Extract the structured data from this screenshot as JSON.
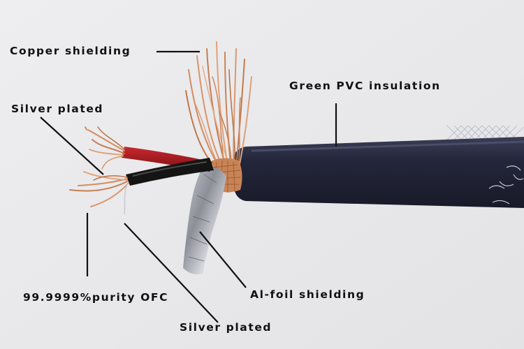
{
  "labels": {
    "copper_shielding": "Copper shielding",
    "green_pvc_insulation": "Green PVC insulation",
    "silver_plated_top": "Silver plated",
    "ofc_purity": "99.9999%purity OFC",
    "al_foil_shielding": "Al-foil shielding",
    "silver_plated_bottom": "Silver plated"
  },
  "colors": {
    "background": "#e9e9eb",
    "cable_jacket": "#1f2133",
    "copper": "#d08a5c",
    "red_insulation": "#a8161c",
    "black_insulation": "#151515",
    "foil": "#9a9ca4",
    "label_text": "#111111"
  }
}
